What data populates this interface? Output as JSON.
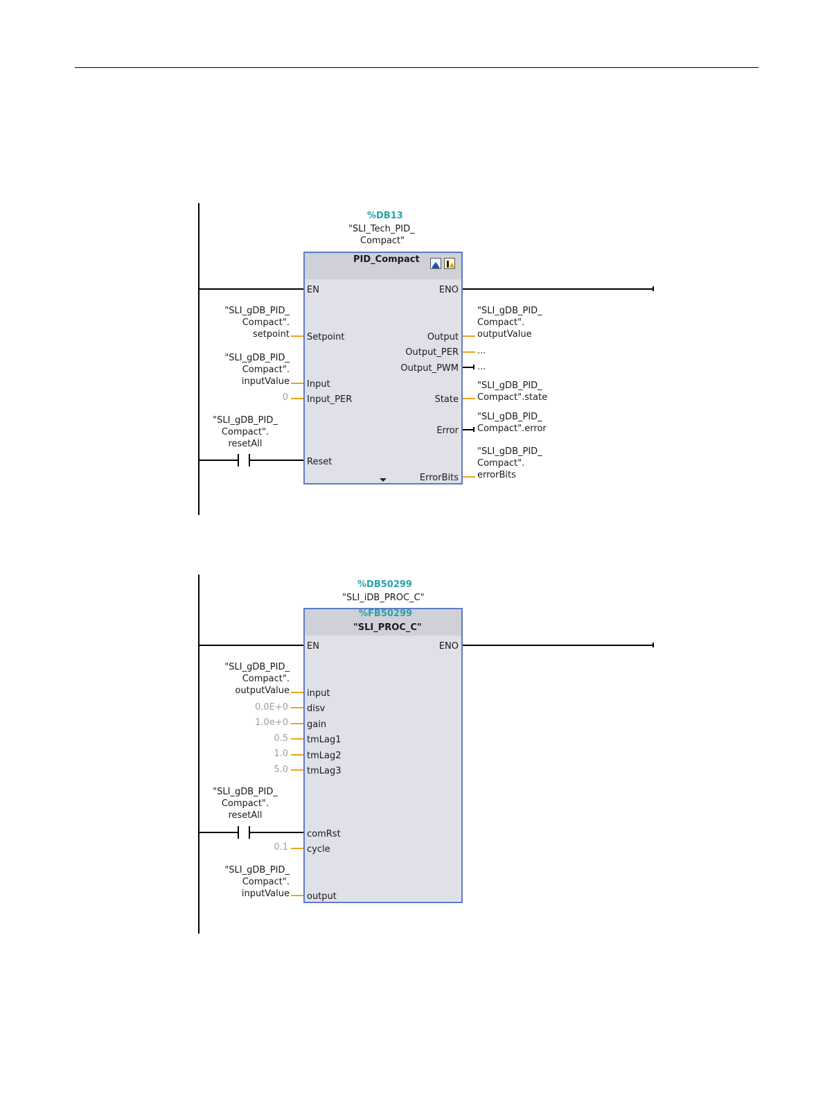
{
  "network1": {
    "db_address": "%DB13",
    "db_name_line1": "\"SLI_Tech_PID_",
    "db_name_line2": "Compact\"",
    "block_title": "PID_Compact",
    "icons": [
      "commissioning-icon",
      "warning-icon"
    ],
    "pins": {
      "en": "EN",
      "eno": "ENO",
      "setpoint": "Setpoint",
      "input": "Input",
      "input_per": "Input_PER",
      "reset": "Reset",
      "output": "Output",
      "output_per": "Output_PER",
      "output_pwm": "Output_PWM",
      "state": "State",
      "error": "Error",
      "errorbits": "ErrorBits"
    },
    "inputs": {
      "setpoint": [
        "\"SLI_gDB_PID_",
        "Compact\".",
        "setpoint"
      ],
      "input": [
        "\"SLI_gDB_PID_",
        "Compact\".",
        "inputValue"
      ],
      "input_per": "0",
      "reset": [
        "\"SLI_gDB_PID_",
        "Compact\".",
        "resetAll"
      ]
    },
    "outputs": {
      "output": [
        "\"SLI_gDB_PID_",
        "Compact\".",
        "outputValue"
      ],
      "output_per": "...",
      "output_pwm": "...",
      "state": [
        "\"SLI_gDB_PID_",
        "Compact\".state"
      ],
      "error": [
        "\"SLI_gDB_PID_",
        "Compact\".error"
      ],
      "errorbits": [
        "\"SLI_gDB_PID_",
        "Compact\".",
        "errorBits"
      ]
    }
  },
  "network2": {
    "db_address": "%DB50299",
    "db_name": "\"SLI_iDB_PROC_C\"",
    "fb_address": "%FB50299",
    "block_title": "\"SLI_PROC_C\"",
    "pins": {
      "en": "EN",
      "eno": "ENO",
      "input": "input",
      "disv": "disv",
      "gain": "gain",
      "tmlag1": "tmLag1",
      "tmlag2": "tmLag2",
      "tmlag3": "tmLag3",
      "comrst": "comRst",
      "cycle": "cycle",
      "output": "output"
    },
    "inputs": {
      "input": [
        "\"SLI_gDB_PID_",
        "Compact\".",
        "outputValue"
      ],
      "disv": "0.0E+0",
      "gain": "1.0e+0",
      "tmlag1": "0.5",
      "tmlag2": "1.0",
      "tmlag3": "5.0",
      "comrst": [
        "\"SLI_gDB_PID_",
        "Compact\".",
        "resetAll"
      ],
      "cycle": "0.1",
      "output": [
        "\"SLI_gDB_PID_",
        "Compact\".",
        "inputValue"
      ]
    }
  },
  "colors": {
    "wire": "#f0a020",
    "block_fill": "#dfe0e8",
    "block_border": "#5b7cc4",
    "db_label": "#2aa0a8"
  }
}
